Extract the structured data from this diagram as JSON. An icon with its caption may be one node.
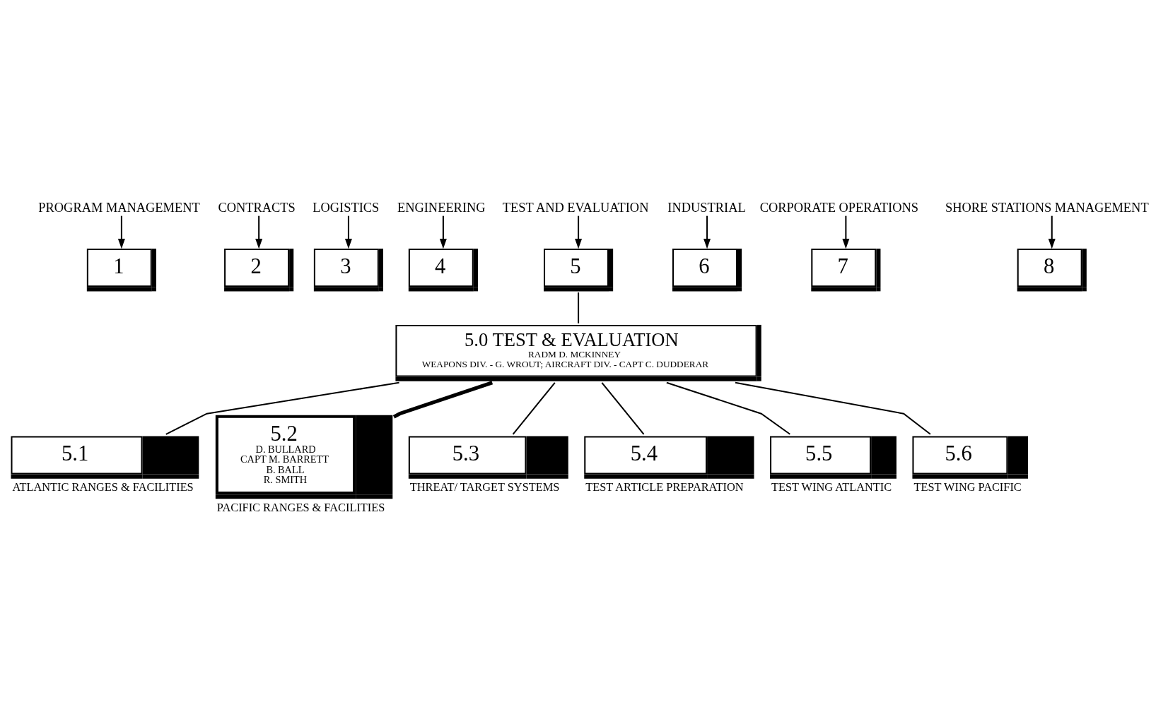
{
  "diagram": {
    "nodes": [
      {
        "text": [
          "PROGRAM MANAGEMENT"
        ]
      },
      {
        "text": [
          "CONTRACTS"
        ]
      },
      {
        "text": [
          "LOGISTICS"
        ]
      },
      {
        "text": [
          "ENGINEERING"
        ]
      },
      {
        "text": [
          "TEST AND EVALUATION"
        ]
      },
      {
        "text": [
          "INDUSTRIAL"
        ]
      },
      {
        "text": [
          "CORPORATE OPERATIONS"
        ]
      },
      {
        "text": [
          "SHORE STATIONS MANAGEMENT"
        ]
      },
      {
        "text": [
          "1"
        ]
      },
      {
        "text": [
          "2"
        ]
      },
      {
        "text": [
          "3"
        ]
      },
      {
        "text": [
          "4"
        ]
      },
      {
        "text": [
          "5"
        ]
      },
      {
        "text": [
          "6"
        ]
      },
      {
        "text": [
          "7"
        ]
      },
      {
        "text": [
          "8"
        ]
      },
      {
        "text": [
          "5.0 TEST & EVALUATION",
          "RADM D. MCKINNEY",
          "WEAPONS DIV. - G. WROUT; AIRCRAFT DIV. - CAPT C. DUDDERAR"
        ]
      },
      {
        "text": [
          "5.1"
        ],
        "beside": [
          "ATLANTIC RANGES & FACILITIES"
        ]
      },
      {
        "text": [
          "5.2",
          "D. BULLARD",
          "CAPT M. BARRETT",
          "B. BALL",
          "R. SMITH"
        ],
        "beside": [
          "PACIFIC RANGES & FACILITIES"
        ]
      },
      {
        "text": [
          "5.3"
        ],
        "beside": [
          "THREAT/ TARGET SYSTEMS"
        ]
      },
      {
        "text": [
          "5.4"
        ],
        "beside": [
          "TEST ARTICLE PREPARATION"
        ]
      },
      {
        "text": [
          "5.5"
        ],
        "beside": [
          "TEST WING ATLANTIC"
        ]
      },
      {
        "text": [
          "5.6"
        ],
        "beside": [
          "TEST WING PACIFIC"
        ]
      }
    ],
    "edges": [
      {
        "from": 0,
        "to": 8,
        "arrow": "to"
      },
      {
        "from": 1,
        "to": 9,
        "arrow": "to"
      },
      {
        "from": 2,
        "to": 10,
        "arrow": "to"
      },
      {
        "from": 3,
        "to": 11,
        "arrow": "to"
      },
      {
        "from": 4,
        "to": 12,
        "arrow": "to"
      },
      {
        "from": 5,
        "to": 13,
        "arrow": "to"
      },
      {
        "from": 6,
        "to": 14,
        "arrow": "to"
      },
      {
        "from": 7,
        "to": 15,
        "arrow": "to"
      },
      {
        "from": 12,
        "to": 16,
        "arrow": "none"
      },
      {
        "from": 16,
        "to": 17,
        "arrow": "none"
      },
      {
        "from": 16,
        "to": 18,
        "arrow": "none",
        "style": "thick"
      },
      {
        "from": 16,
        "to": 19,
        "arrow": "none"
      },
      {
        "from": 16,
        "to": 20,
        "arrow": "none"
      },
      {
        "from": 16,
        "to": 21,
        "arrow": "none"
      },
      {
        "from": 16,
        "to": 22,
        "arrow": "none"
      }
    ]
  }
}
